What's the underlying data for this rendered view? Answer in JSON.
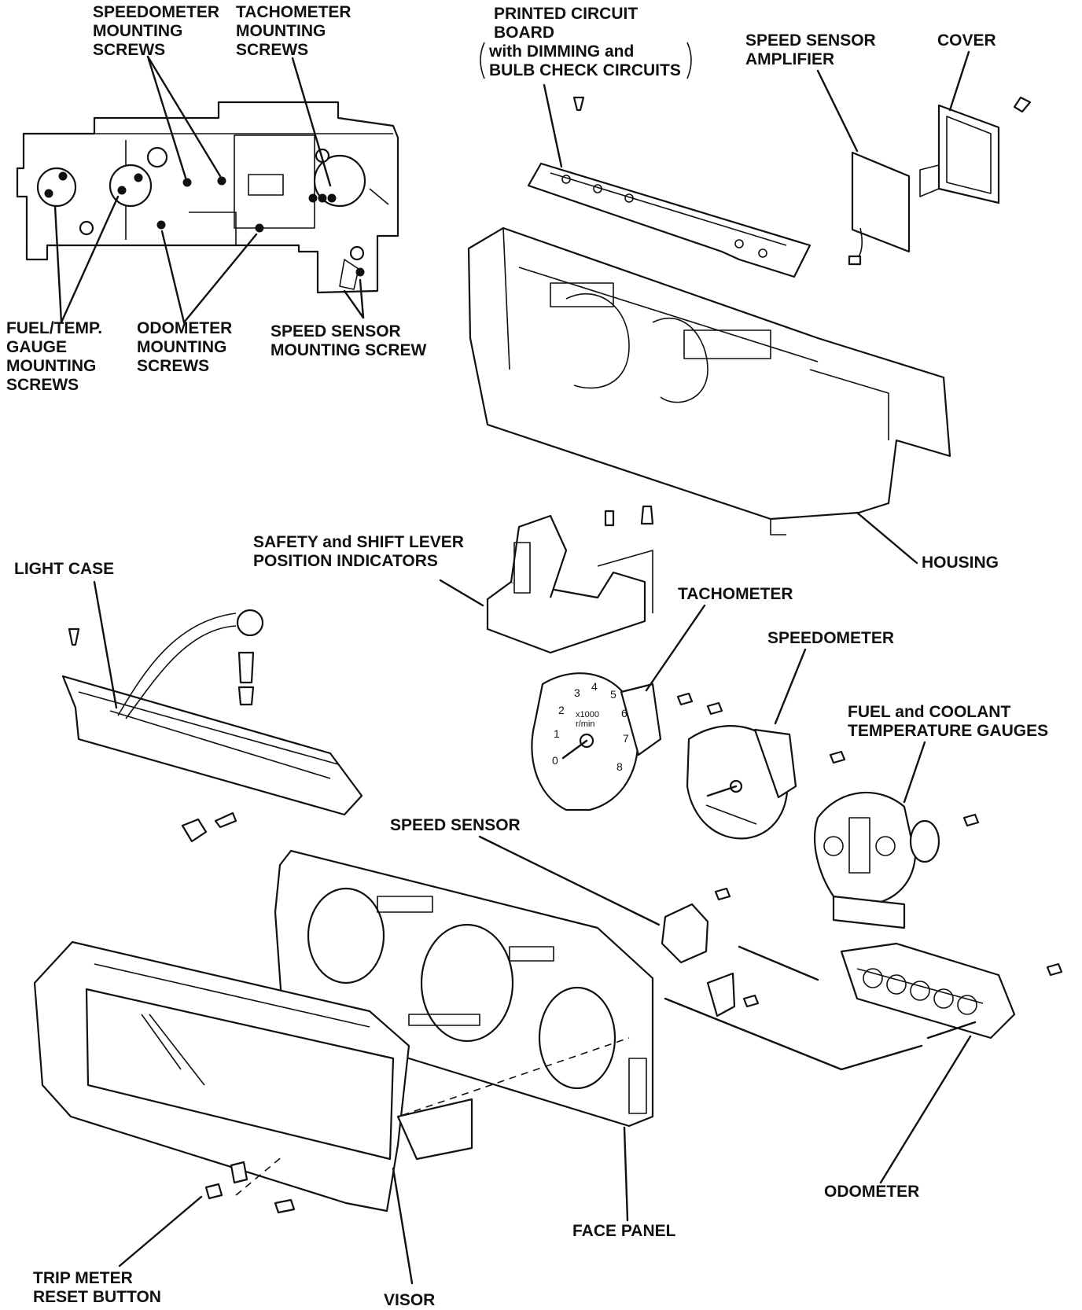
{
  "labels": {
    "speedometer_mounting_screws": [
      "SPEEDOMETER",
      "MOUNTING",
      "SCREWS"
    ],
    "tachometer_mounting_screws": [
      "TACHOMETER",
      "MOUNTING",
      "SCREWS"
    ],
    "printed_circuit_board": [
      "PRINTED CIRCUIT",
      "BOARD",
      "with DIMMING and",
      "BULB CHECK CIRCUITS"
    ],
    "speed_sensor_amplifier": [
      "SPEED SENSOR",
      "AMPLIFIER"
    ],
    "cover": "COVER",
    "fuel_temp_gauge_mounting_screws": [
      "FUEL/TEMP.",
      "GAUGE",
      "MOUNTING",
      "SCREWS"
    ],
    "odometer_mounting_screws": [
      "ODOMETER",
      "MOUNTING",
      "SCREWS"
    ],
    "speed_sensor_mounting_screw": [
      "SPEED SENSOR",
      "MOUNTING SCREW"
    ],
    "housing": "HOUSING",
    "safety_shift_indicators": [
      "SAFETY and SHIFT LEVER",
      "POSITION INDICATORS"
    ],
    "light_case": "LIGHT CASE",
    "tachometer": "TACHOMETER",
    "speedometer": "SPEEDOMETER",
    "fuel_coolant_gauges": [
      "FUEL and COOLANT",
      "TEMPERATURE GAUGES"
    ],
    "speed_sensor": "SPEED SENSOR",
    "odometer": "ODOMETER",
    "face_panel": "FACE PANEL",
    "trip_meter_reset_button": [
      "TRIP METER",
      "RESET BUTTON"
    ],
    "visor": "VISOR"
  },
  "dials": {
    "tachometer_numbers": [
      "0",
      "1",
      "2",
      "3",
      "4",
      "5",
      "6",
      "7",
      "8"
    ],
    "tachometer_unit": [
      "x1000",
      "r/min"
    ]
  },
  "colors": {
    "ink": "#111111",
    "paper": "#ffffff"
  }
}
